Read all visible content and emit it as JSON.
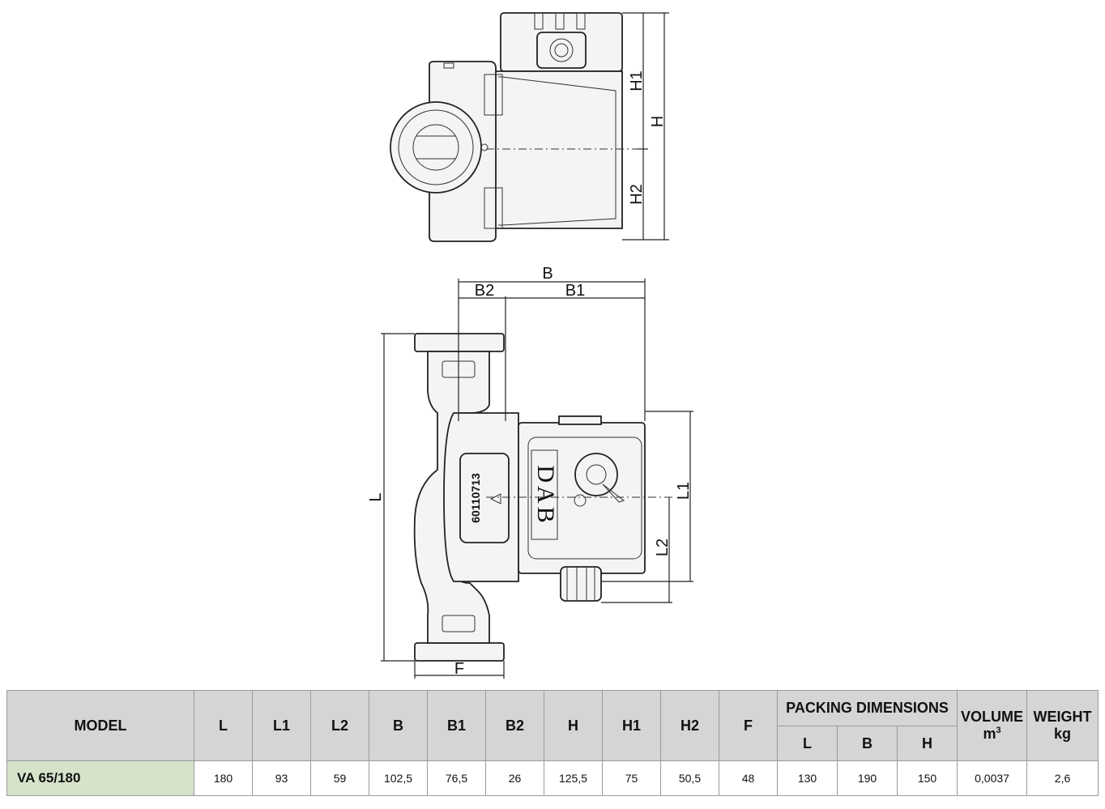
{
  "drawing": {
    "labels": {
      "H": "H",
      "H1": "H1",
      "H2": "H2",
      "B": "B",
      "B1": "B1",
      "B2": "B2",
      "L": "L",
      "L1": "L1",
      "L2": "L2",
      "F": "F"
    },
    "brand": "DAB",
    "serial": "60110713"
  },
  "table": {
    "headers": {
      "model": "MODEL",
      "L": "L",
      "L1": "L1",
      "L2": "L2",
      "B": "B",
      "B1": "B1",
      "B2": "B2",
      "H": "H",
      "H1": "H1",
      "H2": "H2",
      "F": "F",
      "packing": "PACKING DIMENSIONS",
      "pack_L": "L",
      "pack_B": "B",
      "pack_H": "H",
      "volume": "VOLUME",
      "volume_unit": "m",
      "volume_unit_sup": "3",
      "weight": "WEIGHT",
      "weight_unit": "kg"
    },
    "rows": [
      {
        "model": "VA 65/180",
        "L": "180",
        "L1": "93",
        "L2": "59",
        "B": "102,5",
        "B1": "76,5",
        "B2": "26",
        "H": "125,5",
        "H1": "75",
        "H2": "50,5",
        "F": "48",
        "pack_L": "130",
        "pack_B": "190",
        "pack_H": "150",
        "volume": "0,0037",
        "weight": "2,6"
      }
    ]
  },
  "colors": {
    "header_bg": "#d5d5d5",
    "model_bg": "#d5e3cb"
  }
}
